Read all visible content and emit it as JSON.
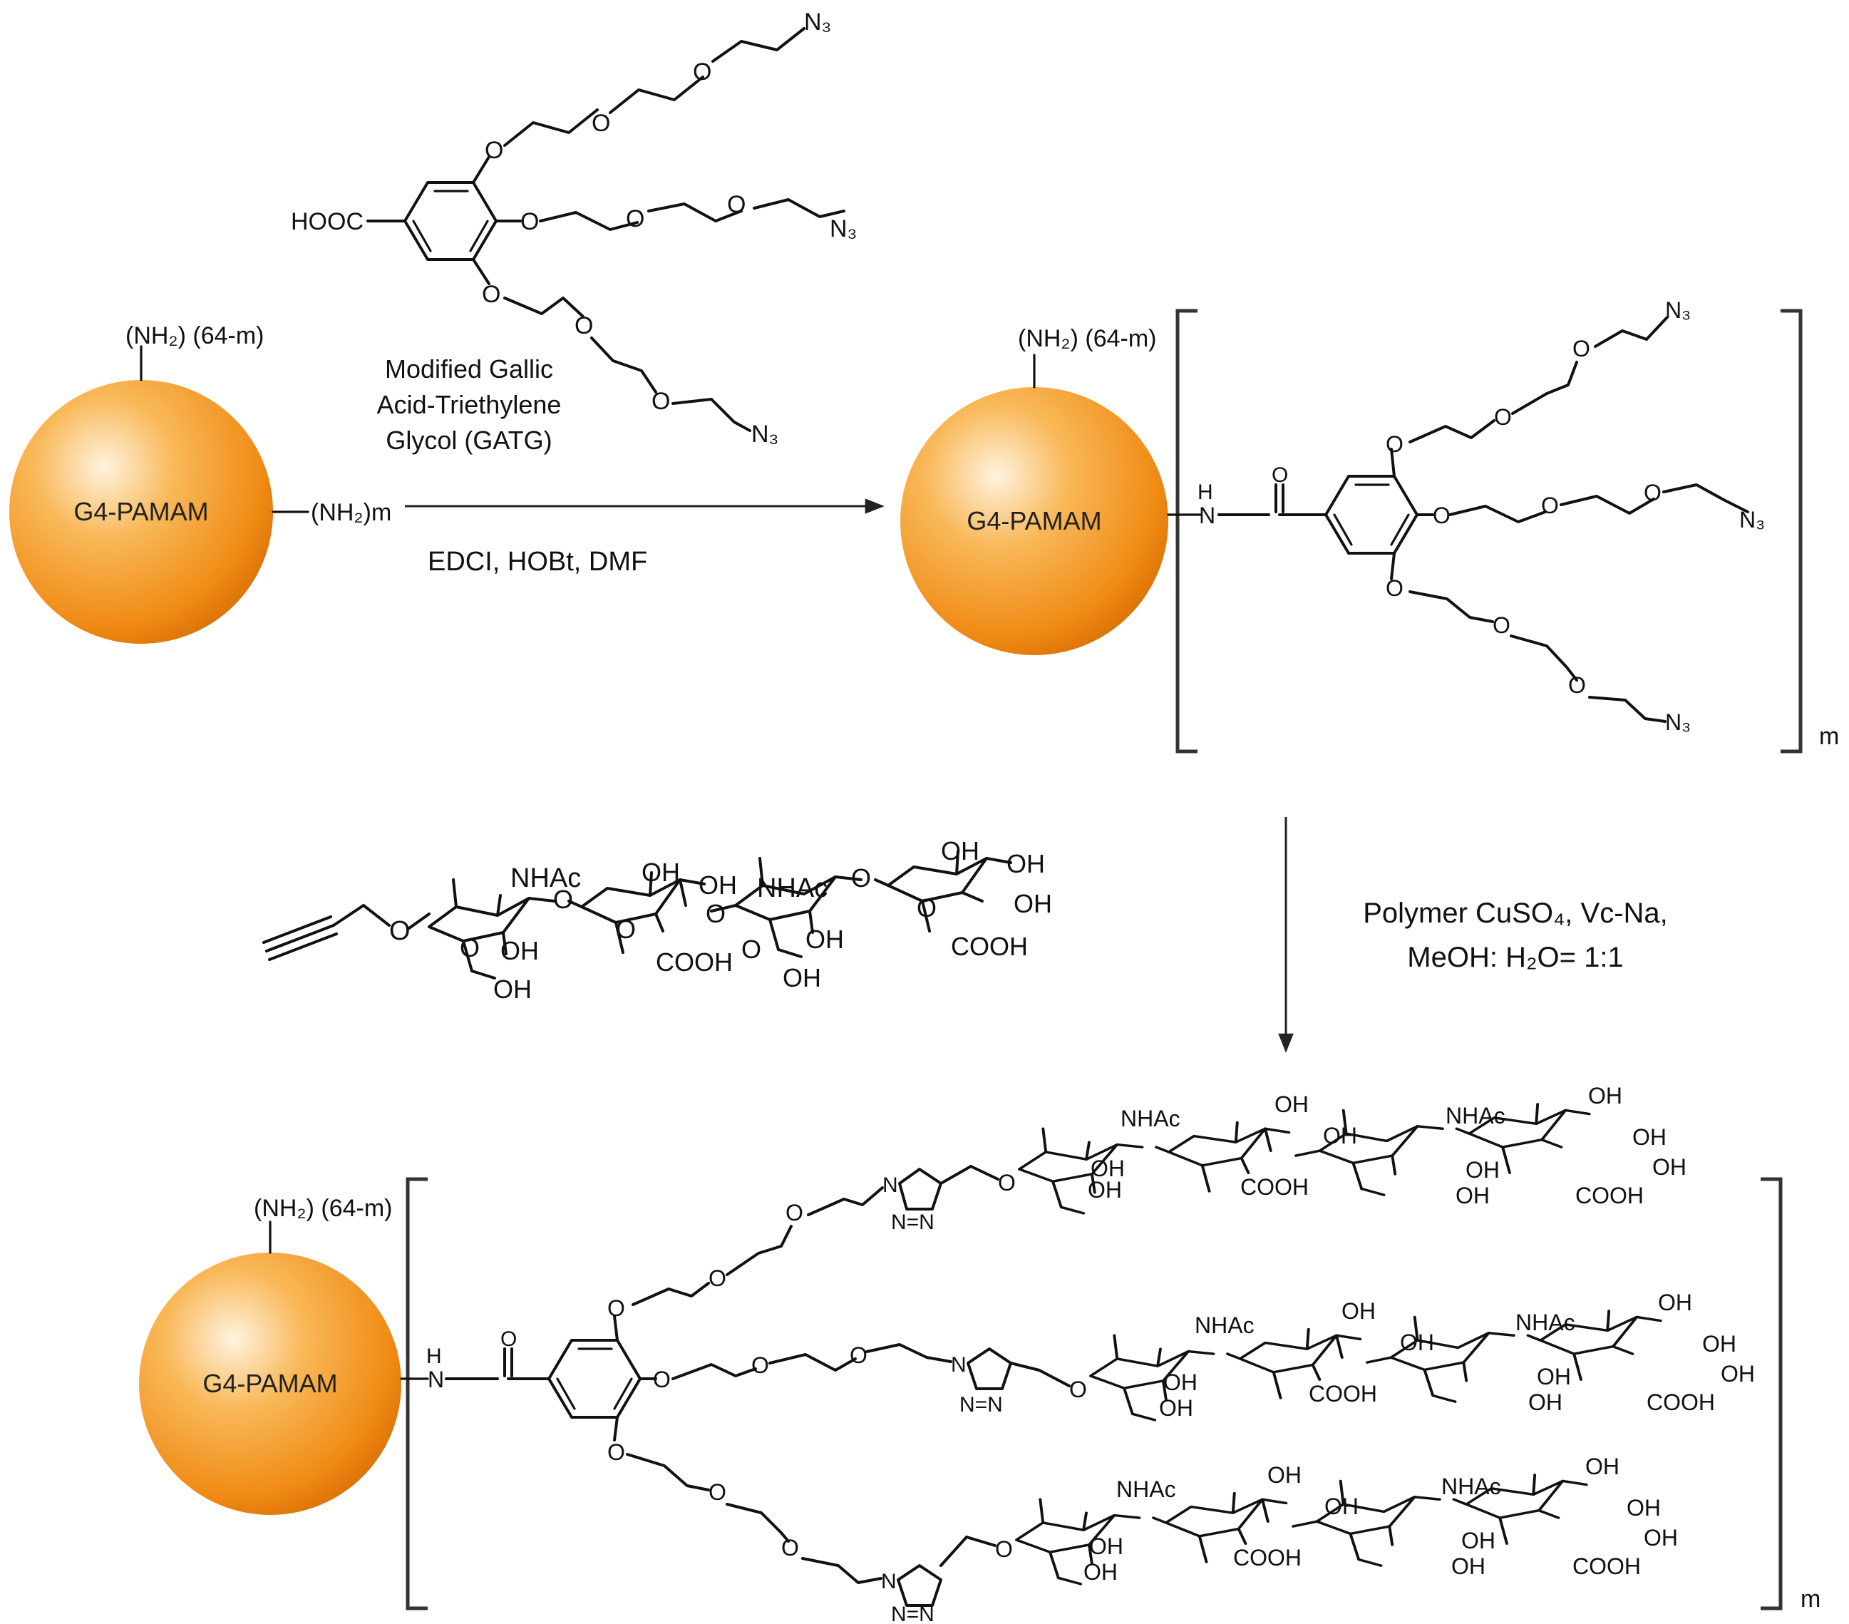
{
  "colors": {
    "sphere_light": "#fde2b8",
    "sphere_mid": "#f7a43a",
    "sphere_dark": "#e57a08",
    "ink": "#111111"
  },
  "core": {
    "label": "G4-PAMAM"
  },
  "amine_groups": {
    "free": "(NH₂) (64-m)",
    "reactive": "(NH₂)m"
  },
  "reagent_gatg": {
    "acid_label": "HOOC",
    "azide_label": "N₃",
    "ether_o": "O",
    "name_line1": "Modified Gallic",
    "name_line2": "Acid-Triethylene",
    "name_line3": "Glycol (GATG)"
  },
  "step1": {
    "conditions": "EDCI, HOBt, DMF"
  },
  "amide": {
    "n": "N",
    "h": "H",
    "o": "O"
  },
  "repeat_subscript": "m",
  "step2": {
    "line1": "Polymer CuSO₄, Vc-Na,",
    "line2": "MeOH: H₂O= 1:1"
  },
  "sugar_labels": {
    "nhac": "NHAc",
    "oh": "OH",
    "cooh": "COOH",
    "o": "O"
  },
  "triazole": {
    "n": "N",
    "n_eq_n": "N=N"
  }
}
